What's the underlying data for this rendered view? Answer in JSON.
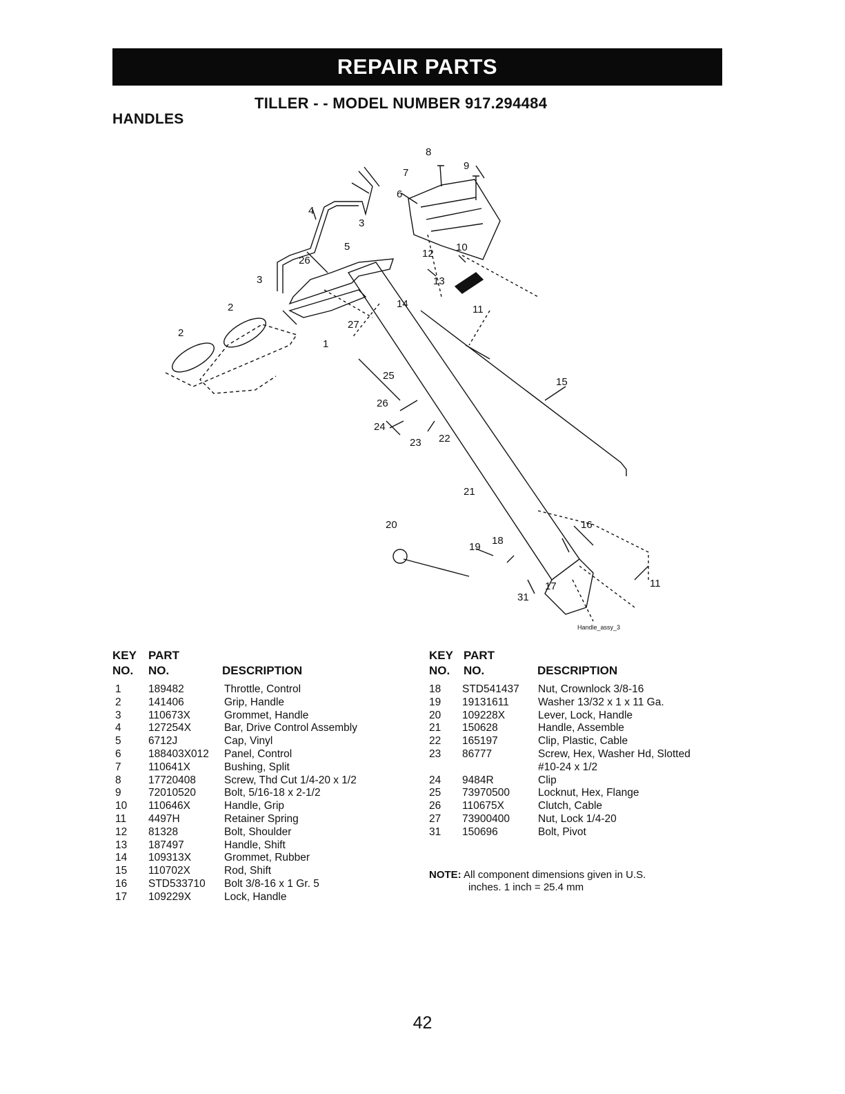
{
  "banner": "REPAIR PARTS",
  "title": "TILLER - - MODEL NUMBER 917.294484",
  "section": "HANDLES",
  "diagram": {
    "ref": "Handle_assy_3",
    "callouts": [
      "8",
      "7",
      "9",
      "6",
      "4",
      "3",
      "5",
      "26",
      "10",
      "3",
      "12",
      "13",
      "14",
      "2",
      "11",
      "27",
      "2",
      "1",
      "25",
      "15",
      "26",
      "24",
      "23",
      "22",
      "21",
      "16",
      "20",
      "19",
      "18",
      "17",
      "11",
      "31"
    ]
  },
  "headers": {
    "key": "KEY",
    "no": "NO.",
    "part": "PART",
    "part_no": "NO.",
    "description": "DESCRIPTION"
  },
  "left_rows": [
    {
      "key": "1",
      "part": "189482",
      "desc": "Throttle, Control"
    },
    {
      "key": "2",
      "part": "141406",
      "desc": "Grip, Handle"
    },
    {
      "key": "3",
      "part": "110673X",
      "desc": "Grommet, Handle"
    },
    {
      "key": "4",
      "part": "127254X",
      "desc": "Bar, Drive Control Assembly"
    },
    {
      "key": "5",
      "part": "6712J",
      "desc": "Cap, Vinyl"
    },
    {
      "key": "6",
      "part": "188403X012",
      "desc": "Panel, Control"
    },
    {
      "key": "7",
      "part": "110641X",
      "desc": "Bushing, Split"
    },
    {
      "key": "8",
      "part": "17720408",
      "desc": "Screw, Thd Cut 1/4-20 x 1/2"
    },
    {
      "key": "9",
      "part": "72010520",
      "desc": "Bolt, 5/16-18  x 2-1/2"
    },
    {
      "key": "10",
      "part": "110646X",
      "desc": "Handle, Grip"
    },
    {
      "key": "11",
      "part": "4497H",
      "desc": "Retainer Spring"
    },
    {
      "key": "12",
      "part": "81328",
      "desc": "Bolt, Shoulder"
    },
    {
      "key": "13",
      "part": "187497",
      "desc": "Handle, Shift"
    },
    {
      "key": "14",
      "part": "109313X",
      "desc": "Grommet, Rubber"
    },
    {
      "key": "15",
      "part": "110702X",
      "desc": "Rod, Shift"
    },
    {
      "key": "16",
      "part": "STD533710",
      "desc": "Bolt 3/8-16 x 1 Gr. 5"
    },
    {
      "key": "17",
      "part": "109229X",
      "desc": "Lock, Handle"
    }
  ],
  "right_rows": [
    {
      "key": "18",
      "part": "STD541437",
      "desc": "Nut, Crownlock 3/8-16"
    },
    {
      "key": "19",
      "part": "19131611",
      "desc": "Washer  13/32 x 1 x 11 Ga."
    },
    {
      "key": "20",
      "part": "109228X",
      "desc": "Lever, Lock, Handle"
    },
    {
      "key": "21",
      "part": "150628",
      "desc": "Handle, Assemble"
    },
    {
      "key": "22",
      "part": "165197",
      "desc": "Clip, Plastic, Cable"
    },
    {
      "key": "23",
      "part": "86777",
      "desc": "Screw, Hex, Washer Hd, Slotted"
    },
    {
      "key": "",
      "part": "",
      "desc": "#10-24 x 1/2"
    },
    {
      "key": "24",
      "part": "9484R",
      "desc": "Clip"
    },
    {
      "key": "25",
      "part": "73970500",
      "desc": "Locknut, Hex, Flange"
    },
    {
      "key": "26",
      "part": "110675X",
      "desc": "Clutch, Cable"
    },
    {
      "key": "27",
      "part": "73900400",
      "desc": "Nut, Lock 1/4-20"
    },
    {
      "key": "31",
      "part": "150696",
      "desc": "Bolt, Pivot"
    }
  ],
  "note": {
    "label": "NOTE:",
    "line1": "All component dimensions given in U.S.",
    "line2": "inches. 1 inch = 25.4 mm"
  },
  "page_number": "42"
}
